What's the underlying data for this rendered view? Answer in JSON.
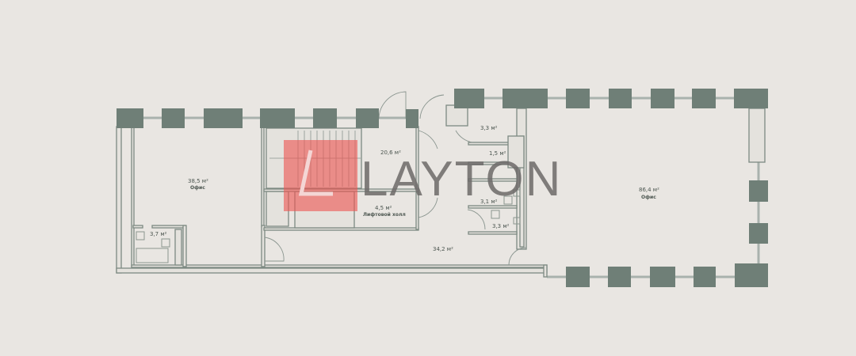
{
  "watermark": {
    "text": "LAYTON",
    "accent_color": "#ef5350"
  },
  "rooms": [
    {
      "area": "38,5 м²",
      "name": "Офис"
    },
    {
      "area": "20,6 м²"
    },
    {
      "area": "4,5 м²",
      "name": "Лифтовой холл"
    },
    {
      "area": "3,7 м²"
    },
    {
      "area": "34,2 м²"
    },
    {
      "area": "3,3 м²"
    },
    {
      "area": "1,5 м²"
    },
    {
      "area": "3,1 м²"
    },
    {
      "area": "3,3 м²"
    },
    {
      "area": "86,4 м²",
      "name": "Офис"
    }
  ],
  "colors": {
    "background": "#e9e6e2",
    "pillar": "#6f7f77",
    "wall": "#7d8a82"
  }
}
